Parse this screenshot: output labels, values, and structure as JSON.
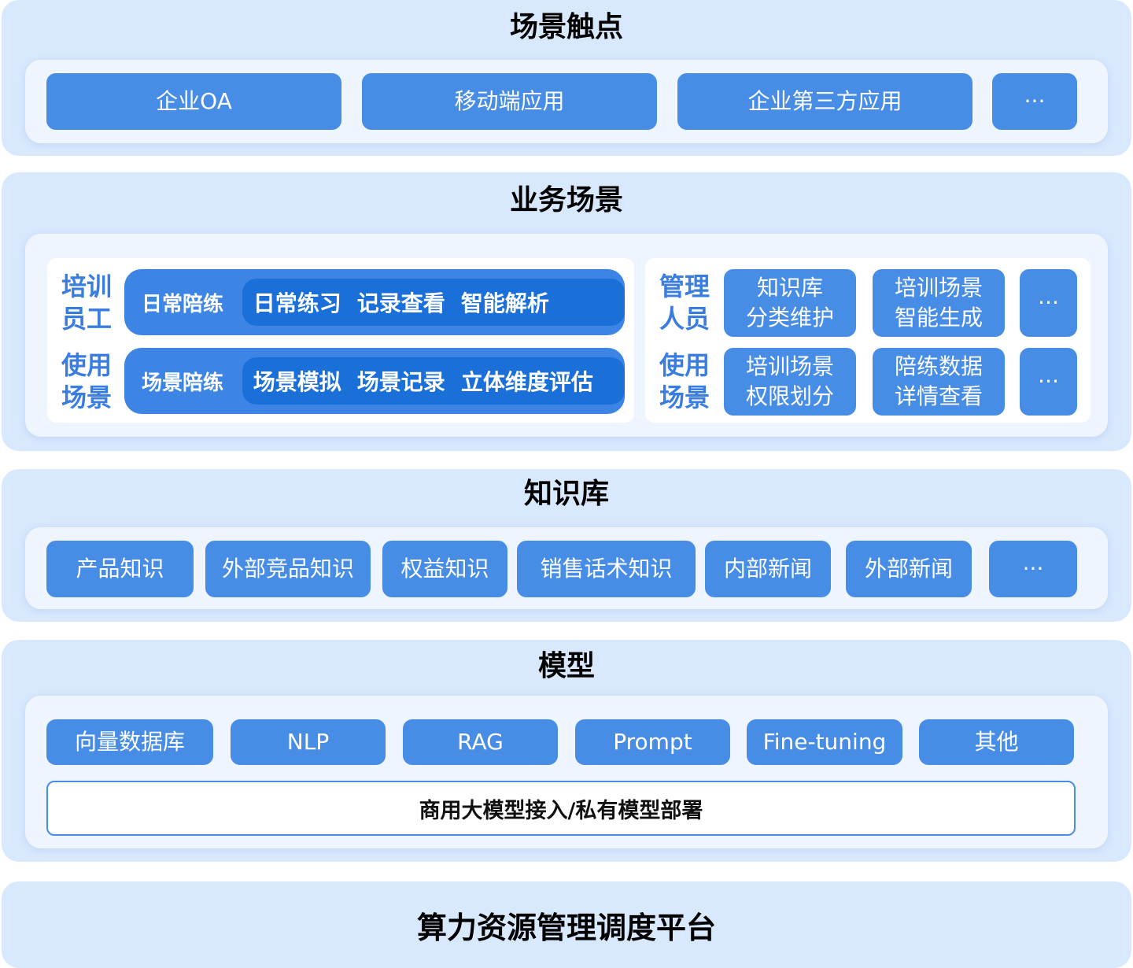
{
  "scene_touchpoints": {
    "title": "场景触点",
    "items": [
      "企业OA",
      "移动端应用",
      "企业第三方应用",
      "···"
    ]
  },
  "business_scenes": {
    "title": "业务场景",
    "left": {
      "label_top": [
        "培训",
        "员工"
      ],
      "label_bottom": [
        "使用",
        "场景"
      ],
      "row1": {
        "lead": "日常陪练",
        "items": [
          "日常练习",
          "记录查看",
          "智能解析"
        ]
      },
      "row2": {
        "lead": "场景陪练",
        "items": [
          "场景模拟",
          "场景记录",
          "立体维度评估"
        ]
      }
    },
    "right": {
      "label_top": [
        "管理",
        "人员"
      ],
      "label_bottom": [
        "使用",
        "场景"
      ],
      "row1": [
        [
          "知识库",
          "分类维护"
        ],
        [
          "培训场景",
          "智能生成"
        ],
        [
          "···"
        ]
      ],
      "row2": [
        [
          "培训场景",
          "权限划分"
        ],
        [
          "陪练数据",
          "详情查看"
        ],
        [
          "···"
        ]
      ]
    }
  },
  "knowledge_base": {
    "title": "知识库",
    "items": [
      "产品知识",
      "外部竞品知识",
      "权益知识",
      "销售话术知识",
      "内部新闻",
      "外部新闻",
      "···"
    ]
  },
  "model": {
    "title": "模型",
    "items": [
      "向量数据库",
      "NLP",
      "RAG",
      "Prompt",
      "Fine-tuning",
      "其他"
    ],
    "bar": "商用大模型接入/私有模型部署"
  },
  "platform": {
    "title": "算力资源管理调度平台"
  }
}
